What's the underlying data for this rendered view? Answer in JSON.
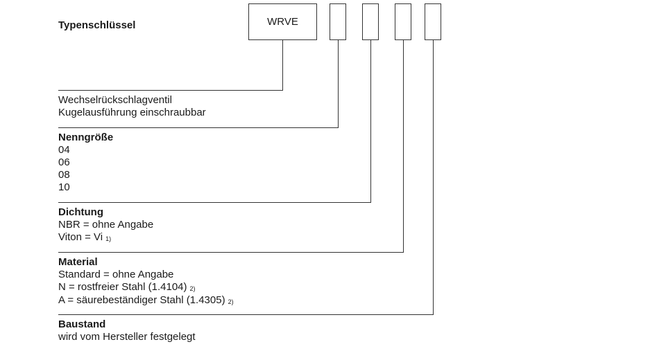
{
  "title": "Typenschlüssel",
  "code_box": "WRVE",
  "sections": [
    {
      "heading": "",
      "lines": [
        {
          "text": "Wechselrückschlagventil",
          "note": ""
        },
        {
          "text": "Kugelausführung einschraubbar",
          "note": ""
        }
      ]
    },
    {
      "heading": "Nenngröße",
      "lines": [
        {
          "text": "04",
          "note": ""
        },
        {
          "text": "06",
          "note": ""
        },
        {
          "text": "08",
          "note": ""
        },
        {
          "text": "10",
          "note": ""
        }
      ]
    },
    {
      "heading": "Dichtung",
      "lines": [
        {
          "text": "NBR = ohne Angabe",
          "note": ""
        },
        {
          "text": "Viton = Vi",
          "note": "1)"
        }
      ]
    },
    {
      "heading": "Material",
      "lines": [
        {
          "text": "Standard = ohne Angabe",
          "note": ""
        },
        {
          "text": "N = rostfreier Stahl (1.4104)",
          "note": "2)"
        },
        {
          "text": "A = säurebeständiger Stahl (1.4305)",
          "note": "2)"
        }
      ]
    },
    {
      "heading": "Baustand",
      "lines": [
        {
          "text": "wird vom Hersteller festgelegt",
          "note": ""
        }
      ]
    }
  ]
}
